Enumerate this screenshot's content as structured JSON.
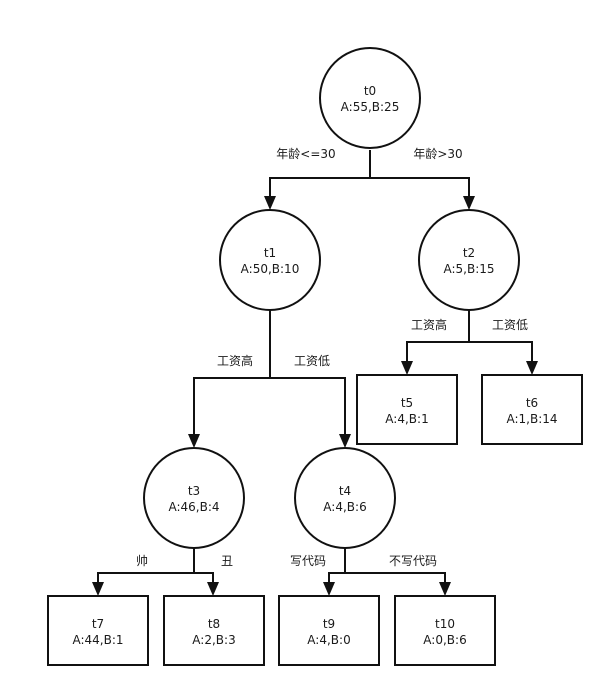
{
  "nodes": [
    {
      "id": "t0",
      "label": "t0",
      "stats": "A:55,B:25",
      "shape": "circle"
    },
    {
      "id": "t1",
      "label": "t1",
      "stats": "A:50,B:10",
      "shape": "circle"
    },
    {
      "id": "t2",
      "label": "t2",
      "stats": "A:5,B:15",
      "shape": "circle"
    },
    {
      "id": "t3",
      "label": "t3",
      "stats": "A:46,B:4",
      "shape": "circle"
    },
    {
      "id": "t4",
      "label": "t4",
      "stats": "A:4,B:6",
      "shape": "circle"
    },
    {
      "id": "t5",
      "label": "t5",
      "stats": "A:4,B:1",
      "shape": "rect"
    },
    {
      "id": "t6",
      "label": "t6",
      "stats": "A:1,B:14",
      "shape": "rect"
    },
    {
      "id": "t7",
      "label": "t7",
      "stats": "A:44,B:1",
      "shape": "rect"
    },
    {
      "id": "t8",
      "label": "t8",
      "stats": "A:2,B:3",
      "shape": "rect"
    },
    {
      "id": "t9",
      "label": "t9",
      "stats": "A:4,B:0",
      "shape": "rect"
    },
    {
      "id": "t10",
      "label": "t10",
      "stats": "A:0,B:6",
      "shape": "rect"
    }
  ],
  "edges": [
    {
      "from": "t0",
      "to": "t1",
      "label": "年龄<=30"
    },
    {
      "from": "t0",
      "to": "t2",
      "label": "年龄>30"
    },
    {
      "from": "t1",
      "to": "t3",
      "label": "工资高"
    },
    {
      "from": "t1",
      "to": "t4",
      "label": "工资低"
    },
    {
      "from": "t2",
      "to": "t5",
      "label": "工资高"
    },
    {
      "from": "t2",
      "to": "t6",
      "label": "工资低"
    },
    {
      "from": "t3",
      "to": "t7",
      "label": "帅"
    },
    {
      "from": "t3",
      "to": "t8",
      "label": "丑"
    },
    {
      "from": "t4",
      "to": "t9",
      "label": "写代码"
    },
    {
      "from": "t4",
      "to": "t10",
      "label": "不写代码"
    }
  ]
}
